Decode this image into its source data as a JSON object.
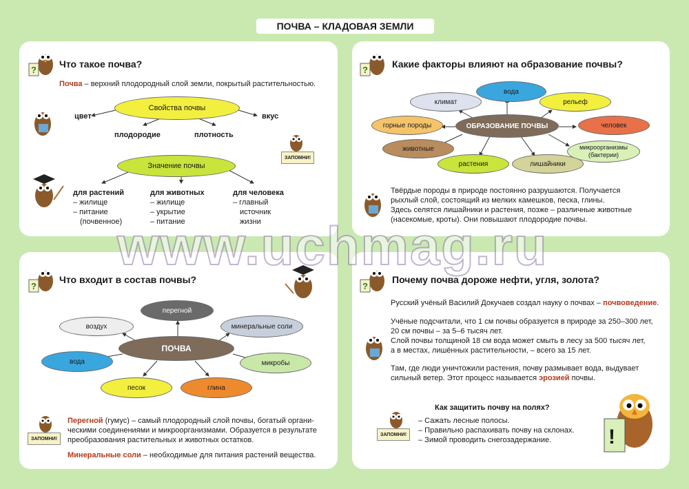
{
  "header": {
    "title": "ПОЧВА – КЛАДОВАЯ ЗЕМЛИ"
  },
  "colors": {
    "background": "#c9e9b1",
    "term_red": "#b23a1a",
    "oval_yellow": "#f3ef3f",
    "oval_lime": "#c9e43a"
  },
  "panel1": {
    "question": "Что такое почва?",
    "def_term": "Почва",
    "def_text": " – верхний плодородный слой земли, покрытый растительностью.",
    "properties_oval": "Свойства почвы",
    "prop_labels": [
      "цвет",
      "вкус",
      "плодородие",
      "плотность"
    ],
    "meaning_oval": "Значение почвы",
    "sign_text": "ЗАПОМНИ!",
    "columns": [
      {
        "head": "для растений",
        "lines": [
          "– жилище",
          "– питание",
          "(почвенное)"
        ]
      },
      {
        "head": "для животных",
        "lines": [
          "– жилище",
          "– укрытие",
          "– питание"
        ]
      },
      {
        "head": "для человека",
        "lines": [
          "– главный",
          "источник",
          "жизни"
        ]
      }
    ]
  },
  "panel2": {
    "question": "Какие факторы влияют на образование почвы?",
    "center": "ОБРАЗОВАНИЕ ПОЧВЫ",
    "factors": [
      "вода",
      "климат",
      "рельеф",
      "горные породы",
      "человек",
      "животные",
      "микроорганизмы (бактерии)",
      "растения",
      "лишайники"
    ],
    "text_lines": [
      "Твёрдые породы в природе постоянно разрушаются. Получается",
      "рыхлый слой, состоящий из мелких камешков, песка, глины.",
      "Здесь селятся лишайники и растения, позже – различные животные",
      "(насекомые, кроты). Они повышают плодородие почвы."
    ]
  },
  "panel3": {
    "question": "Что входит в состав почвы?",
    "center": "ПОЧВА",
    "parts": [
      "перегной",
      "воздух",
      "минеральные соли",
      "вода",
      "микробы",
      "песок",
      "глина"
    ],
    "sign_text": "ЗАПОМНИ!",
    "humus_term": "Перегной",
    "humus_text1": " (гумус) – самый плодородный слой почвы, богатый органи-",
    "humus_text2": "ческими соединениями и микроорганизмами. Образуется в результате",
    "humus_text3": "преобразования растительных и животных остатков.",
    "salts_term": "Минеральные соли",
    "salts_text": " – необходимые для питания растений вещества."
  },
  "panel4": {
    "question": "Почему почва дороже нефти, угля, золота?",
    "p1_text": "Русский учёный Василий Докучаев создал науку о почвах – ",
    "p1_term": "почвоведение",
    "p1_end": ".",
    "p2_lines": [
      "Учёные подсчитали, что 1 см почвы образуется в природе за 250–300 лет,",
      "20 см почвы – за 5–6 тысяч лет.",
      "Слой почвы толщиной 18 см вода может смыть в лесу за 500 тысяч лет,",
      "а в местах, лишённых растительности, – всего за 15 лет."
    ],
    "p3_line1": "Там, где люди уничтожили растения, почву размывает вода, выдувает",
    "p3_line2a": "сильный ветер. Этот процесс называется ",
    "p3_term": "эрозией",
    "p3_line2b": " почвы.",
    "protect_head": "Как защитить почву на полях?",
    "protect_items": [
      "– Сажать лесные полосы.",
      "– Правильно распахивать почву на склонах.",
      "– Зимой проводить снегозадержание."
    ],
    "sign_text": "ЗАПОМНИ!",
    "exclaim": "!"
  },
  "watermark": "www.uchmag.ru"
}
